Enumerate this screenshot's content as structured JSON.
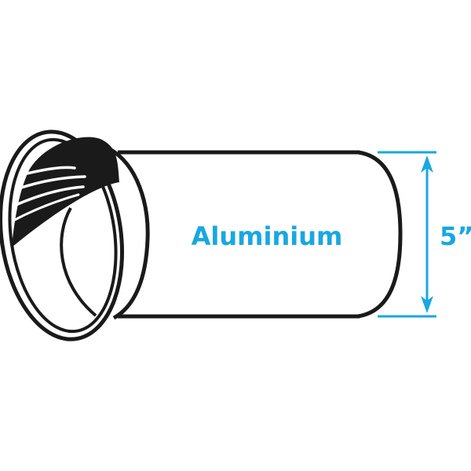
{
  "diagram": {
    "subject": "exhaust tip tube",
    "material_label": "Aluminium",
    "dimension_label": "5”",
    "colors": {
      "outline": "#1a1a1a",
      "accent": "#1aa7e0",
      "background": "#ffffff"
    }
  }
}
